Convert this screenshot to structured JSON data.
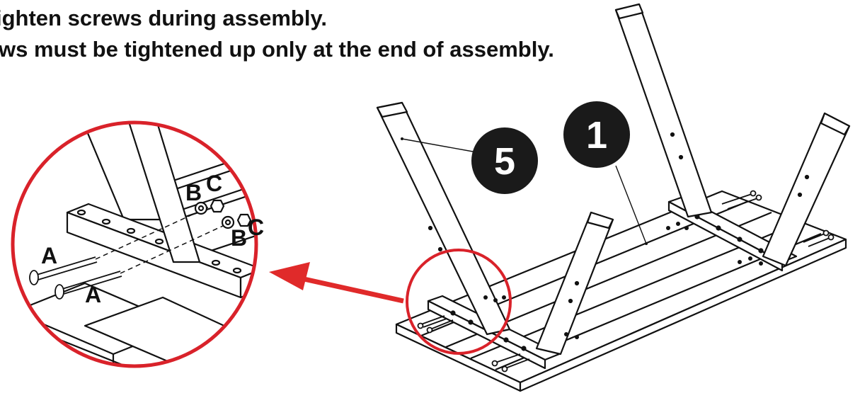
{
  "instructions": {
    "line1": "ighten screws during assembly.",
    "line2": "ws must be tightened up only at the end of assembly."
  },
  "callouts": {
    "leg_number": "5",
    "top_number": "1"
  },
  "hardware_labels": {
    "bolt_upper": "A",
    "bolt_lower": "A",
    "washer_upper": "B",
    "nut_upper": "C",
    "washer_lower": "B",
    "nut_lower": "C"
  },
  "colors": {
    "detail_circle": "#d9222a",
    "arrow": "#e02a2a",
    "line": "#111111",
    "callout_fill": "#1a1a1a"
  }
}
